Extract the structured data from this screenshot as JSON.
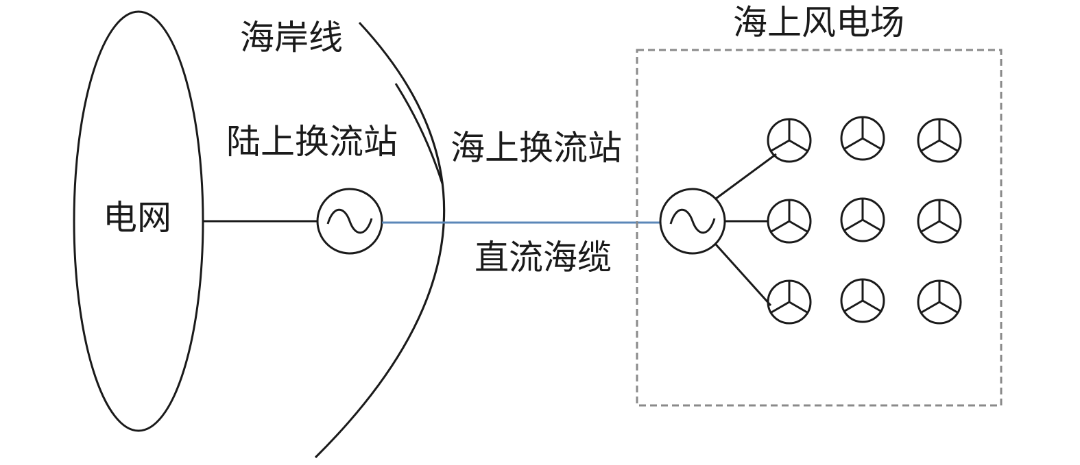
{
  "labels": {
    "grid": "电网",
    "coastline": "海岸线",
    "onshore_station": "陆上换流站",
    "offshore_station": "海上换流站",
    "dc_cable": "直流海缆",
    "wind_farm": "海上风电场"
  },
  "colors": {
    "line": "#1a1a1a",
    "dc_cable": "#5b87b8",
    "farm_border": "#8a8a8a"
  },
  "icons": {
    "converter": "ac-source-icon",
    "turbine": "wind-turbine-icon"
  },
  "wind_farm": {
    "rows": 3,
    "columns": 3,
    "connected_turbines": 3
  }
}
